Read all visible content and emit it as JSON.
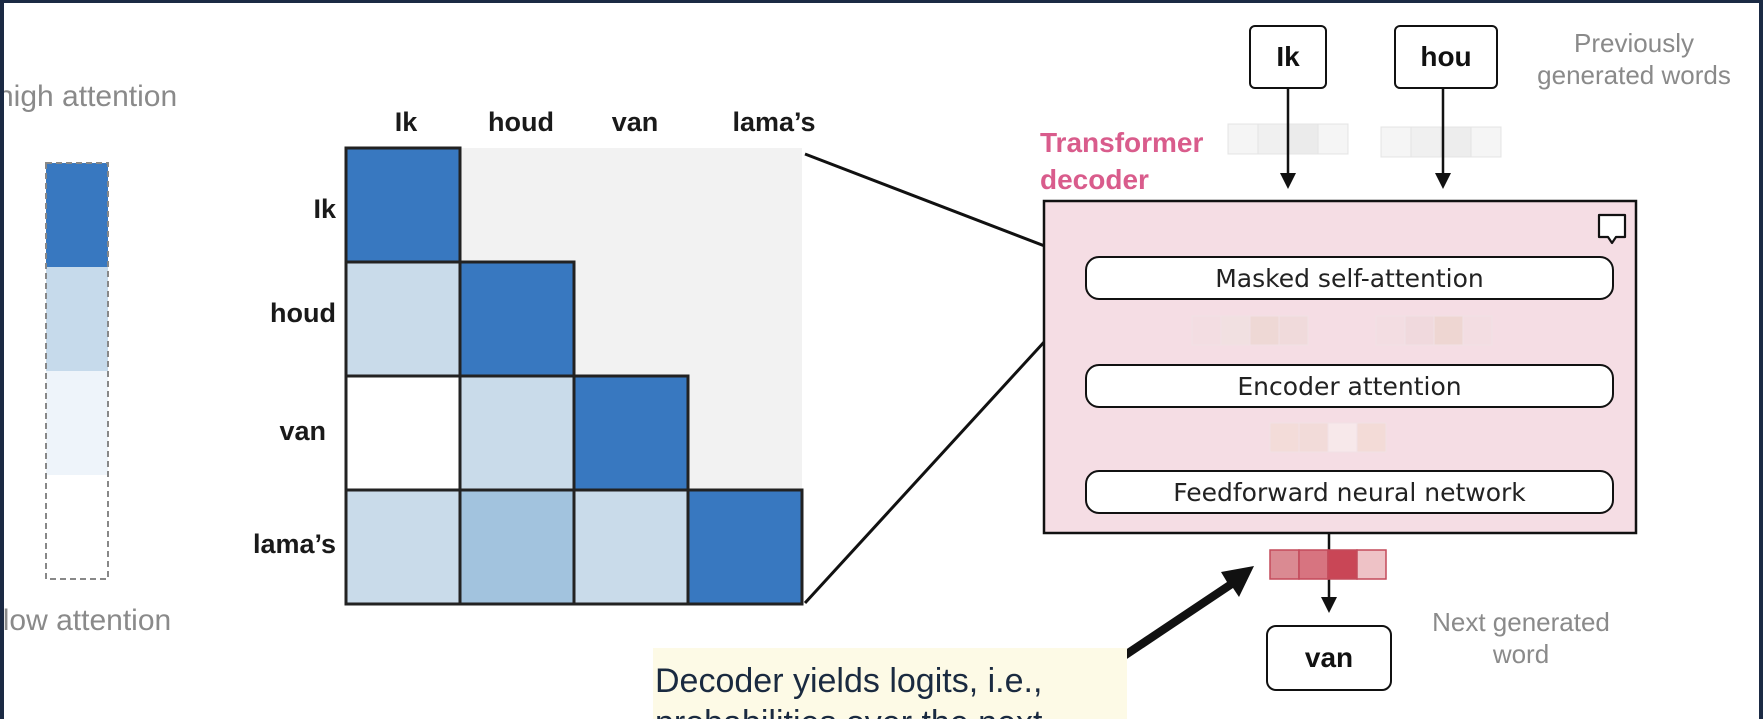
{
  "legend": {
    "high_label": "high attention",
    "low_label": "low attention",
    "levels": [
      {
        "level": "high",
        "color": "#3878c0"
      },
      {
        "level": "medium",
        "color": "#c6daeb"
      },
      {
        "level": "low",
        "color": "#eef4fa"
      },
      {
        "level": "none",
        "color": "#ffffff"
      }
    ]
  },
  "matrix": {
    "column_labels": [
      "Ik",
      "houd",
      "van",
      "lama’s"
    ],
    "row_labels": [
      "Ik",
      "houd",
      "van",
      "lama’s"
    ],
    "masked_color": "#f2f2f2",
    "cells": [
      [
        "high",
        null,
        null,
        null
      ],
      [
        "medium",
        "high",
        null,
        null
      ],
      [
        "none",
        "medium",
        "high",
        null
      ],
      [
        "medium",
        "medium-high",
        "medium",
        "high"
      ]
    ],
    "cell_colors": {
      "high": "#3878c0",
      "medium-high": "#a2c3de",
      "medium": "#c9dbea",
      "none": "#ffffff"
    }
  },
  "decoder": {
    "title": "Transformer decoder",
    "previous_note": "Previously generated words",
    "input_words": [
      "Ik",
      "hou"
    ],
    "layers": [
      "Masked self-attention",
      "Encoder attention",
      "Feedforward neural network"
    ],
    "output_word": "van",
    "output_note": "Next generated word",
    "comment_icon": "speech-bubble-icon"
  },
  "callout": {
    "lines": [
      "Decoder yields logits, i.e.,",
      "probabilities over the next"
    ]
  }
}
